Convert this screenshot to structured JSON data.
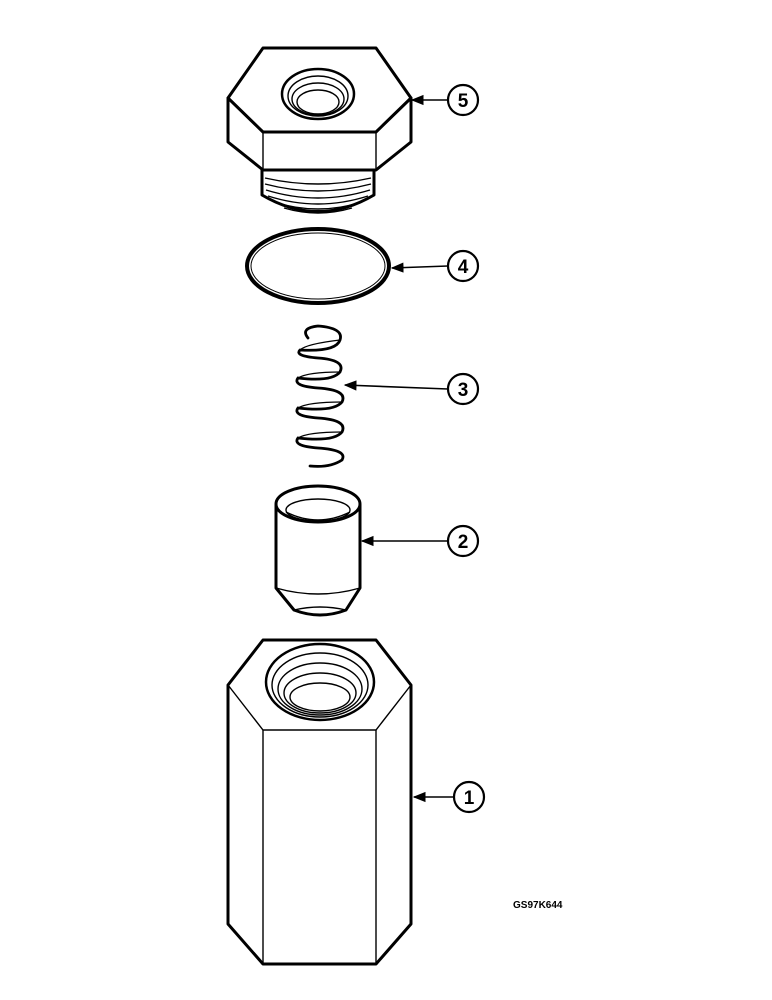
{
  "drawing_code": "GS97K644",
  "callouts": [
    {
      "number": "5",
      "part": "hex-plug"
    },
    {
      "number": "4",
      "part": "o-ring"
    },
    {
      "number": "3",
      "part": "spring"
    },
    {
      "number": "2",
      "part": "poppet"
    },
    {
      "number": "1",
      "part": "valve-body"
    }
  ],
  "colors": {
    "line": "#000000",
    "background": "#ffffff"
  }
}
